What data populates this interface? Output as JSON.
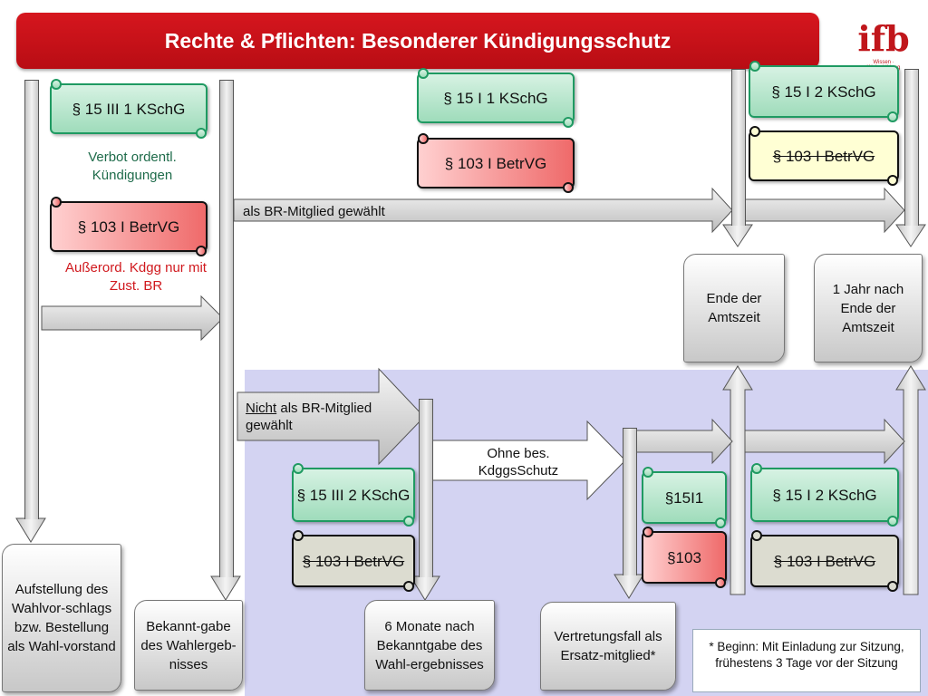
{
  "title": "Rechte & Pflichten: Besonderer Kündigungsschutz",
  "logo": {
    "text": "ifb",
    "sub": "Wissen · Weiterbildung"
  },
  "scrolls": {
    "s15_III_1": "§ 15 III 1 KSchG",
    "s15_I_1": "§ 15 I 1 KSchG",
    "s103_top_mid": "§ 103 I BetrVG",
    "s15_I_2_top": "§ 15 I 2 KSchG",
    "s103_top_right": "§ 103 I BetrVG",
    "s103_left": "§ 103 I BetrVG",
    "s15_III_2": "§ 15 III 2 KSchG",
    "s103_lower_left": "§ 103 I BetrVG",
    "s15I1_small": "§15I1",
    "s103_small": "§103",
    "s15_I_2_lower": "§ 15 I 2 KSchG",
    "s103_lower_right": "§ 103 I BetrVG"
  },
  "notes": {
    "verbot": "Verbot ordentl. Kündigungen",
    "ausserord": "Außerord. Kdgg nur mit Zust. BR"
  },
  "labels": {
    "br_gewaehlt": "als BR-Mitglied gewählt",
    "nicht_prefix": "Nicht",
    "nicht_rest": " als BR-Mitglied gewählt",
    "ohne": "Ohne bes. KdggsSchutz"
  },
  "cards": {
    "ende_amtszeit": "Ende der Amtszeit",
    "ein_jahr": "1 Jahr nach Ende der Amtszeit",
    "aufstellung": "Aufstellung des Wahlvor-schlags bzw. Bestellung als Wahl-vorstand",
    "bekanntgabe": "Bekannt-gabe des Wahlergeb-nisses",
    "sechs_monate": "6 Monate nach Bekanntgabe des Wahl-ergebnisses",
    "vertretung": "Vertretungsfall als Ersatz-mitglied*"
  },
  "footnote": "* Beginn: Mit Einladung zur Sitzung, frühestens 3 Tage vor der Sitzung"
}
